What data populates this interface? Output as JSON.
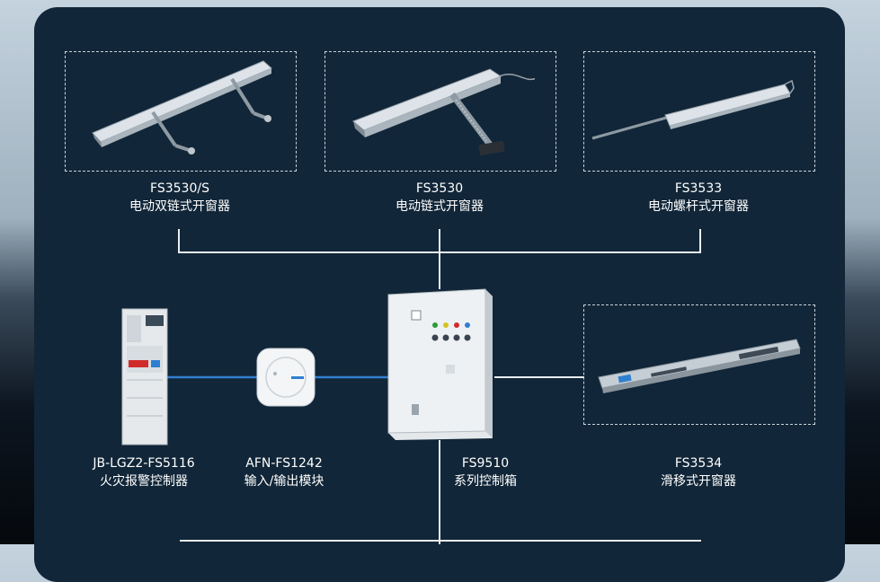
{
  "devices": {
    "fs3530s": {
      "model": "FS3530/S",
      "name": "电动双链式开窗器"
    },
    "fs3530": {
      "model": "FS3530",
      "name": "电动链式开窗器"
    },
    "fs3533": {
      "model": "FS3533",
      "name": "电动螺杆式开窗器"
    },
    "jb": {
      "model": "JB-LGZ2-FS5116",
      "name": "火灾报警控制器"
    },
    "afn": {
      "model": "AFN-FS1242",
      "name": "输入/输出模块"
    },
    "fs9510": {
      "model": "FS9510",
      "name": "系列控制箱"
    },
    "fs3534": {
      "model": "FS3534",
      "name": "滑移式开窗器"
    }
  },
  "colors": {
    "panel": "#112638",
    "connector_white": "#e9eef2",
    "connector_blue": "#2f7fd0"
  }
}
